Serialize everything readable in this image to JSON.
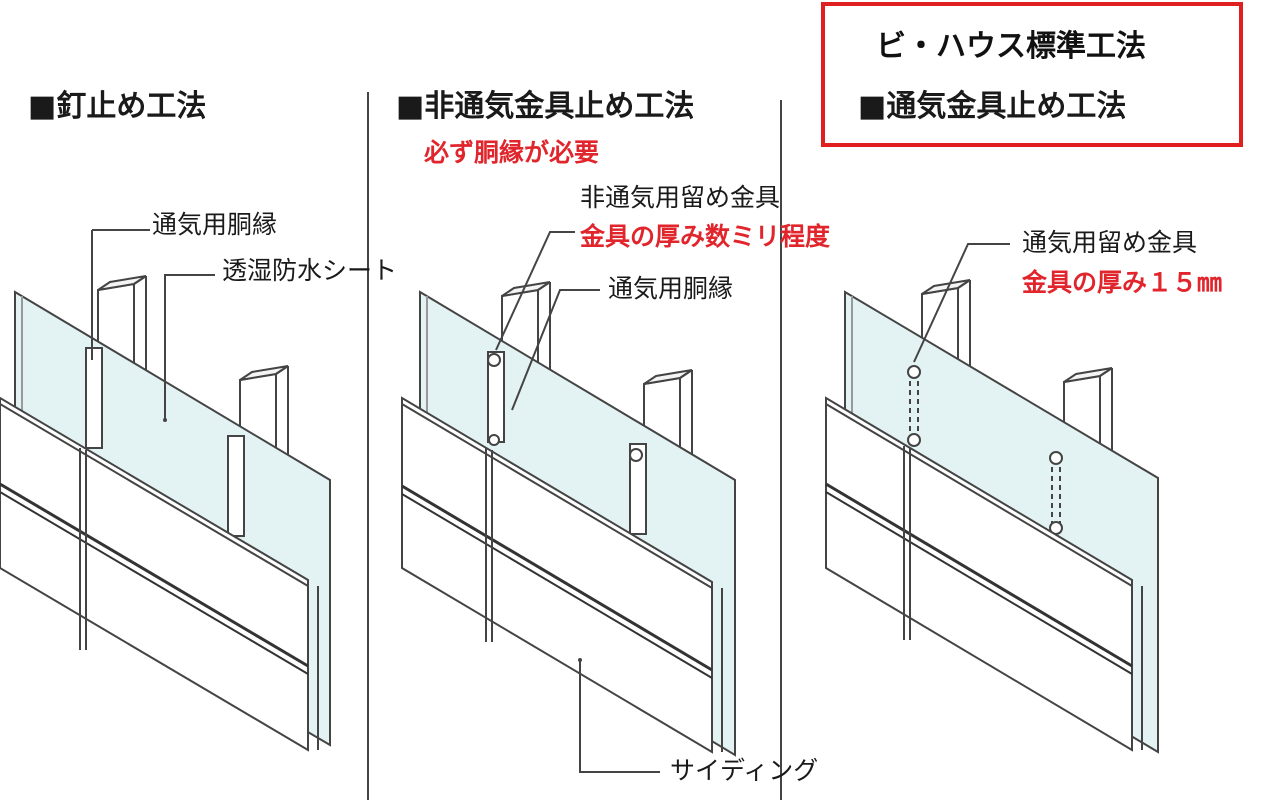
{
  "badge": {
    "title": "ビ・ハウス標準工法"
  },
  "sections": [
    {
      "heading": "■釘止め工法",
      "labels": {
        "furring": "通気用胴縁",
        "sheet": "透湿防水シート"
      }
    },
    {
      "heading": "■非通気金具止め工法",
      "note": "必ず胴縁が必要",
      "labels": {
        "fastener": "非通気用留め金具",
        "fastener_note": "金具の厚み数ミリ程度",
        "furring": "通気用胴縁",
        "siding": "サイディング"
      }
    },
    {
      "heading": "■通気金具止め工法",
      "labels": {
        "fastener": "通気用留め金具",
        "fastener_note": "金具の厚み１５㎜"
      }
    }
  ],
  "colors": {
    "accent_red": "#e0262c",
    "sheet_fill": "#e3f3f4",
    "badge_border": "#e02020"
  }
}
